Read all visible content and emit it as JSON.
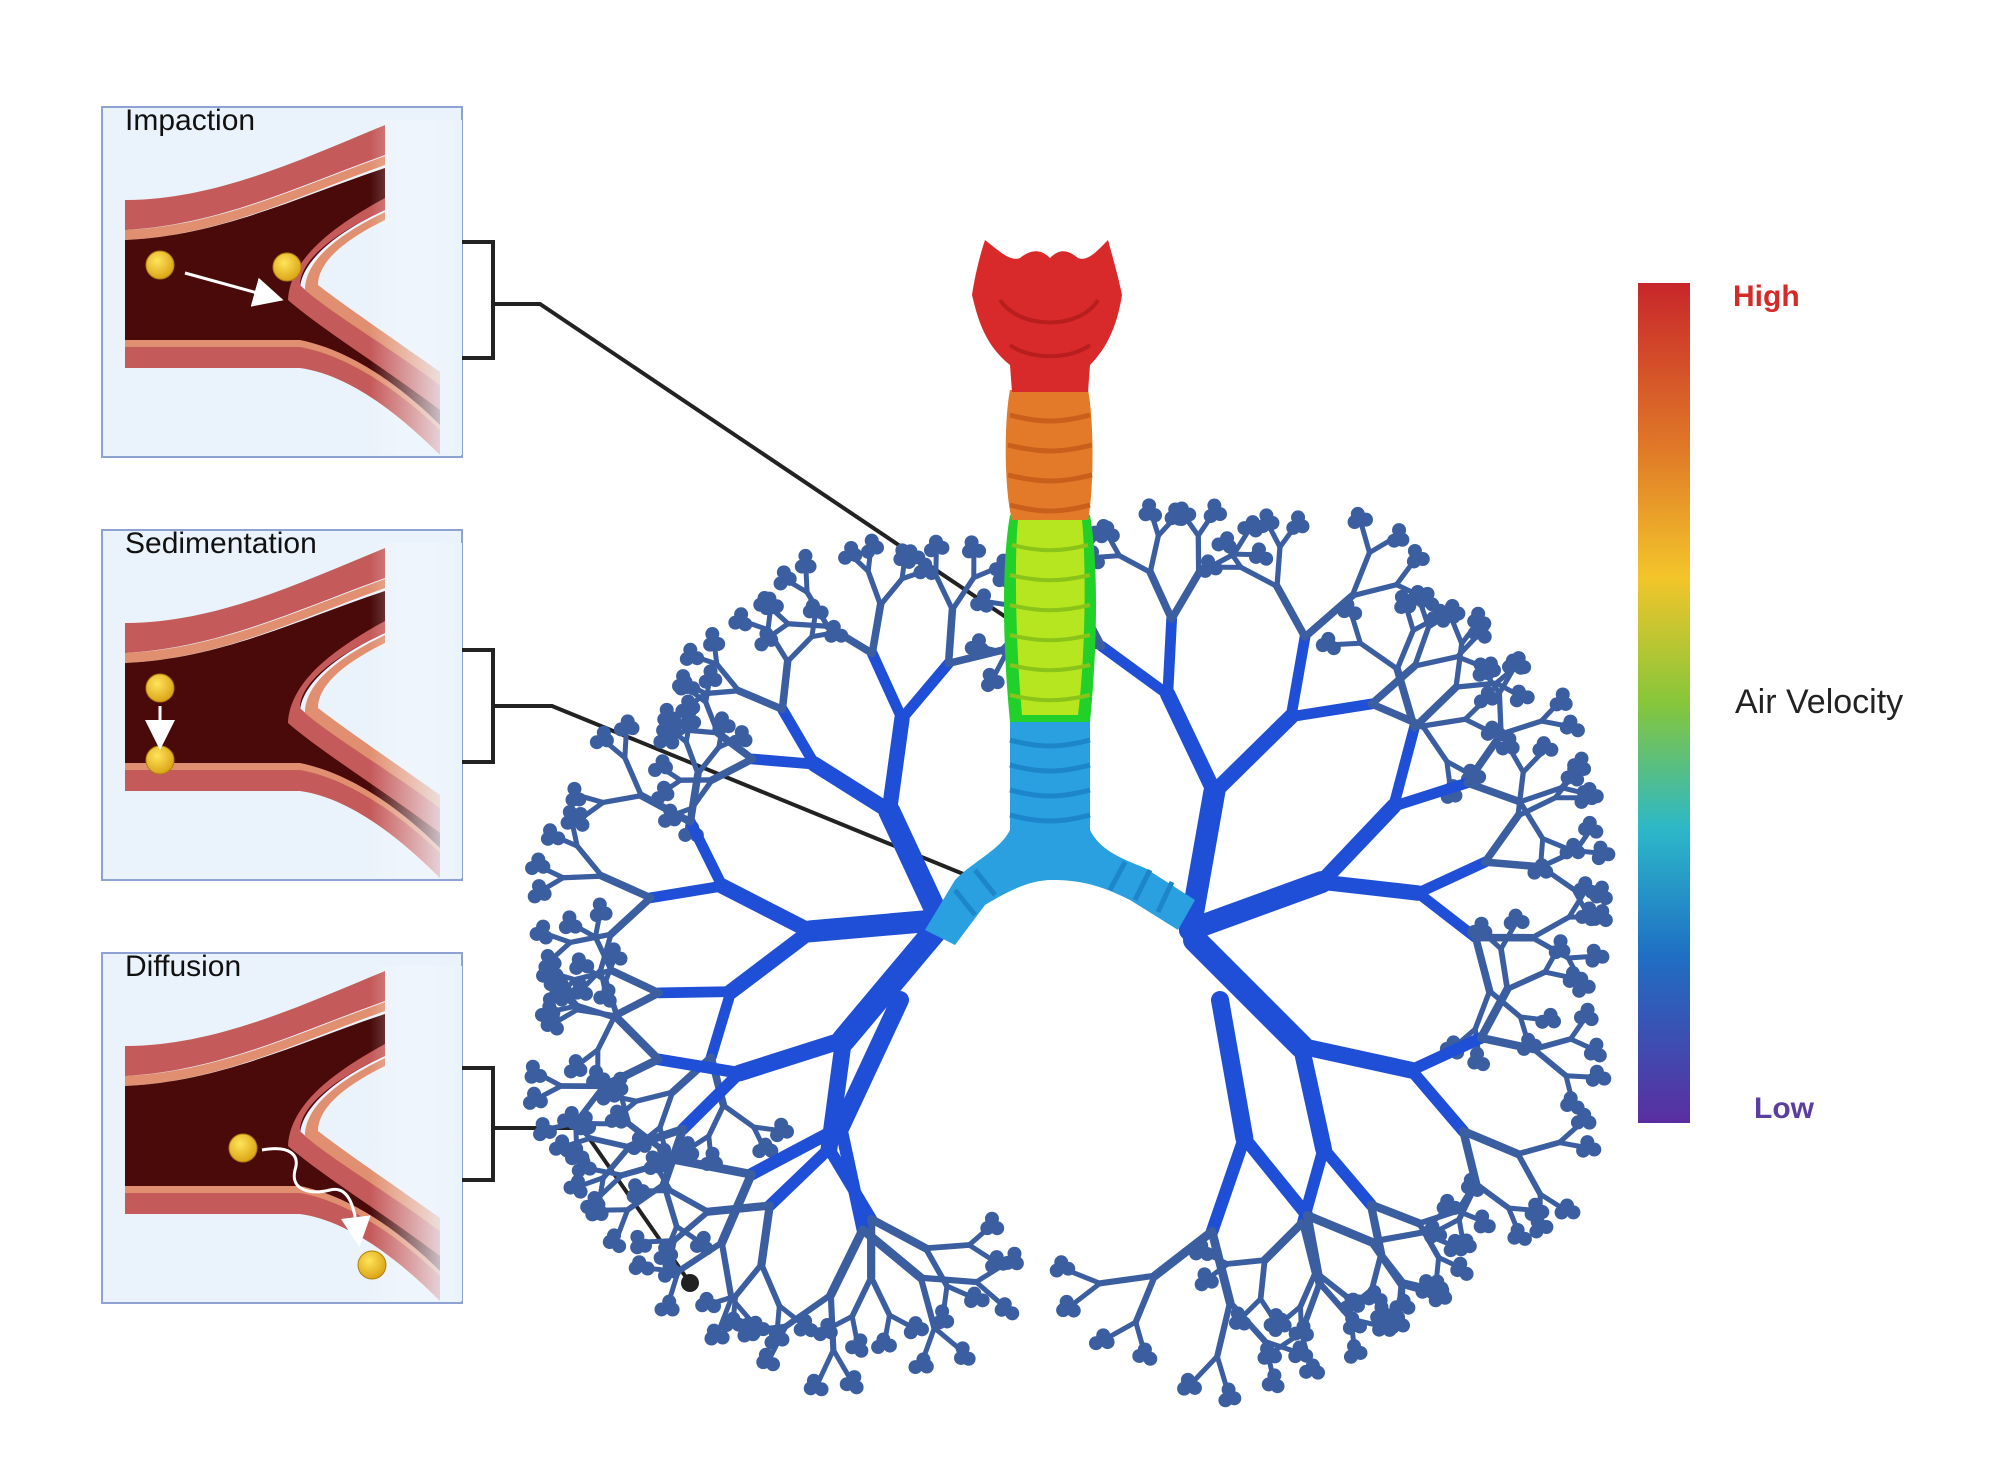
{
  "panels": [
    {
      "label": "Impaction"
    },
    {
      "label": "Sedimentation"
    },
    {
      "label": "Diffusion"
    }
  ],
  "legend": {
    "high": "High",
    "low": "Low",
    "title": "Air Velocity",
    "high_color": "#d42a28",
    "low_color": "#5a3ea0"
  },
  "colors": {
    "panel_bg": "#eaf2fb",
    "panel_border": "#8ea3d4",
    "airway_dark": "#4a0a0a",
    "airway_wall": "#c55a5a",
    "airway_rim": "#e09070",
    "particle": "#f2c21c",
    "trachea_top": "#d42a28",
    "trachea_orange": "#e27a2a",
    "trachea_green": "#a8e020",
    "trachea_cyan": "#2aa0e0",
    "bronchi_blue": "#1f4fd6",
    "bronchi_tip": "#3b5ea0"
  }
}
